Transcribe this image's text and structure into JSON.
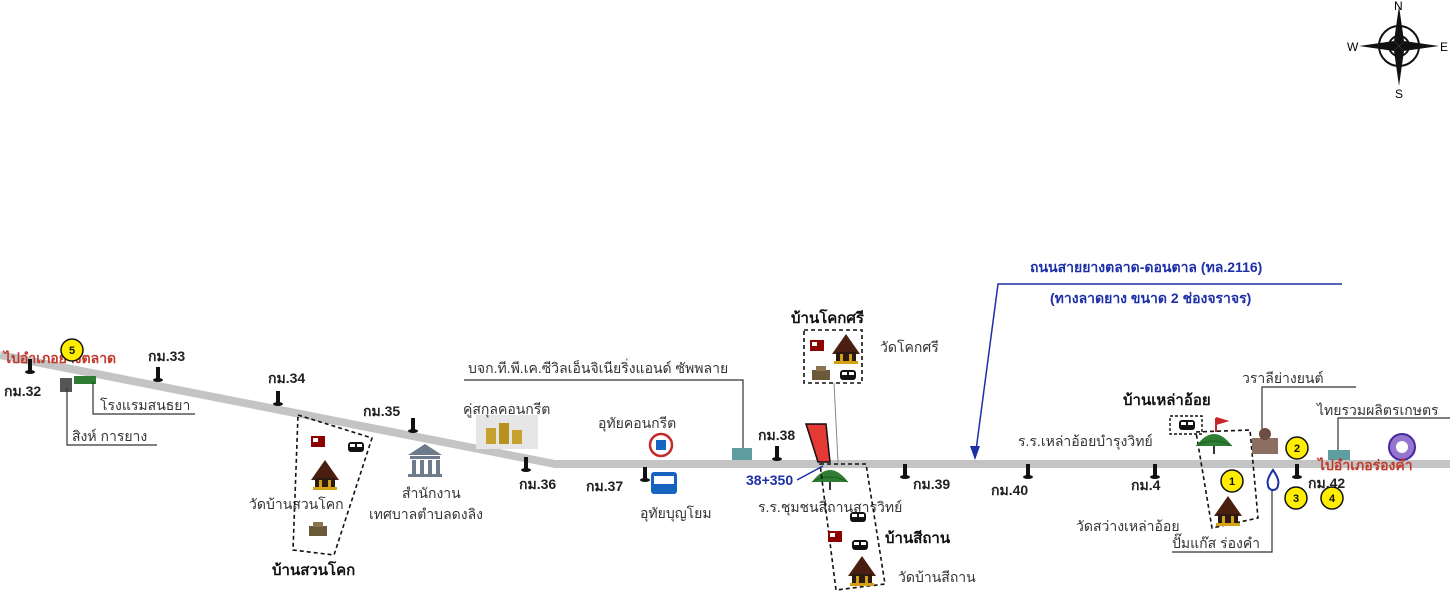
{
  "compass": {
    "n": "N",
    "s": "S",
    "e": "E",
    "w": "W"
  },
  "road": {
    "name": "ถนนสายยางตลาด-ดอนตาล (ทล.2116)",
    "desc": "(ทางลาดยาง ขนาด 2 ช่องจราจร)"
  },
  "villages": {
    "suankok": "บ้านสวนโคก",
    "koksri": "บ้านโคกศรี",
    "laoaoi": "บ้านเหล่าอ้อย",
    "seethan": "บ้านสีถาน"
  },
  "directions": {
    "to_yangtalat": "ไปอำเภอยางตลาด",
    "to_rongkham": "ไปอำเภอร่องคำ"
  },
  "km": {
    "k32": "กม.32",
    "k33": "กม.33",
    "k34": "กม.34",
    "k35": "กม.35",
    "k36": "กม.36",
    "k37": "กม.37",
    "k38": "กม.38",
    "k39": "กม.39",
    "k40": "กม.40",
    "k41": "กม.4",
    "k42": "กม.42",
    "station": "38+350"
  },
  "places": {
    "hotel": "โรงแรมสนธยา",
    "sing": "สิงห์ การยาง",
    "wat_suankok": "วัดบ้านสวนโคก",
    "office_1": "สำนักงาน",
    "office_2": "เทศบาลตำบลดงลิง",
    "btc": "บจก.ที.พี.เค.ซีวิลเอ็นจิเนียริ่งแอนด์ ซัพพลาย",
    "concrete_pipe": "คู่สกุลคอนกรีต",
    "uthai_concrete": "อุทัยคอนกรีต",
    "uthai_boonyom": "อุทัยบุญโยม",
    "wat_koksri": "วัดโคกศรี",
    "school_seethan": "ร.ร.ชุมชนสีถานสารวิทย์",
    "wat_seethan": "วัดบ้านสีถาน",
    "school_laoaoi": "ร.ร.เหล่าอ้อยบำรุงวิทย์",
    "wat_laoaoi": "วัดสว่างเหล่าอ้อย",
    "gas": "ปั๊มแก๊ส ร่องคำ",
    "tire": "วราลีย่างยนต์",
    "thai_ruam": "ไทยรวมผลิตรเกษตร"
  },
  "markers": {
    "m1": "1",
    "m2": "2",
    "m3": "3",
    "m4": "4",
    "m5": "5"
  },
  "colors": {
    "road": "#c4c4c4",
    "accent_blue": "#1d2fa8",
    "marker_yellow": "#ffee00",
    "red_label": "#c0392b"
  }
}
